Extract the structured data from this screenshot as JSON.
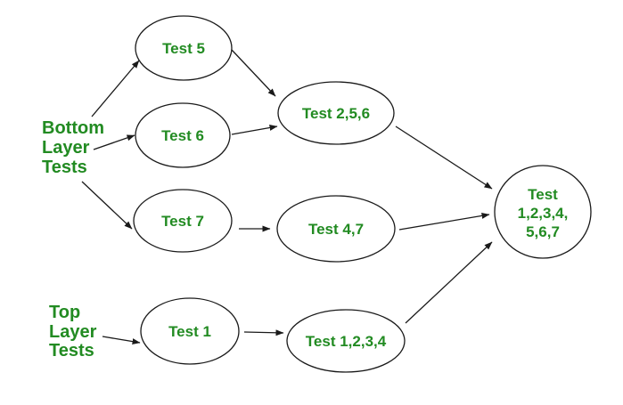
{
  "diagram": {
    "type": "flow-diagram",
    "colors": {
      "text": "#228B22",
      "stroke": "#1a1a1a",
      "background": "#ffffff"
    },
    "layer_labels": {
      "bottom": {
        "line1": "Bottom",
        "line2": "Layer",
        "line3": "Tests"
      },
      "top": {
        "line1": "Top",
        "line2": "Layer",
        "line3": "Tests"
      }
    },
    "nodes": {
      "test5": {
        "label": "Test 5"
      },
      "test6": {
        "label": "Test 6"
      },
      "test7": {
        "label": "Test 7"
      },
      "test1": {
        "label": "Test 1"
      },
      "test256": {
        "label": "Test 2,5,6"
      },
      "test47": {
        "label": "Test 4,7"
      },
      "test1234": {
        "label": "Test 1,2,3,4"
      },
      "final": {
        "line1": "Test",
        "line2": "1,2,3,4,",
        "line3": "5,6,7"
      }
    },
    "edges": [
      {
        "from": "bottom-layer-label",
        "to": "test5"
      },
      {
        "from": "bottom-layer-label",
        "to": "test6"
      },
      {
        "from": "bottom-layer-label",
        "to": "test7"
      },
      {
        "from": "top-layer-label",
        "to": "test1"
      },
      {
        "from": "test5",
        "to": "test256"
      },
      {
        "from": "test6",
        "to": "test256"
      },
      {
        "from": "test7",
        "to": "test47"
      },
      {
        "from": "test1",
        "to": "test1234"
      },
      {
        "from": "test256",
        "to": "final"
      },
      {
        "from": "test47",
        "to": "final"
      },
      {
        "from": "test1234",
        "to": "final"
      }
    ]
  }
}
